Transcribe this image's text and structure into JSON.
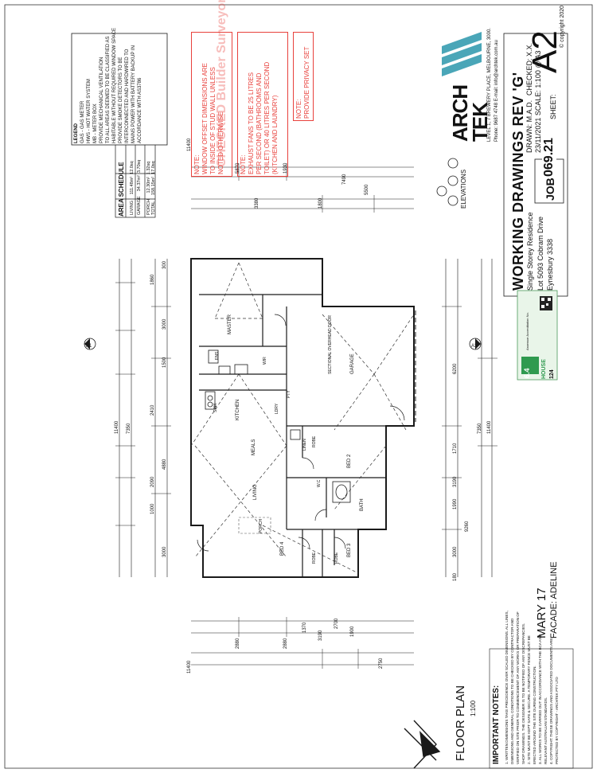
{
  "sheet": {
    "title": "WORKING DRAWINGS REV 'G'",
    "project_type": "Single Storey Residence",
    "address_line1": "Lot 5093 Cobram Drive",
    "address_line2": "Eynesbury 3338",
    "drawn": "DRAWN: M.A.D.",
    "checked": "CHECKED: X.X.",
    "date_scale": "23/11/2021  SCALE: 1:100 @ A3",
    "job_label": "JOB:",
    "job_number": "069.21",
    "sheet_label": "SHEET:",
    "sheet_size": "A2",
    "copyright": "© copyright 2020"
  },
  "brand": {
    "name_line1": "ARCH",
    "name_line2": "TEK",
    "address": "LEVEL 1, 7 BREWERY PLACE, MELBOURNE, 3000.",
    "contact": "Phone: 9687 4748 E-mail: info@archtek.com.au"
  },
  "notes": {
    "note1_title": "NOTE:",
    "note1_body": [
      "WINDOW OFFSET DIMENSIONS ARE",
      "TO INSIDE OF STUD WALL UNLESS",
      "NOTED OTHERWISE"
    ],
    "note2_title": "NOTE:",
    "note2_body": [
      "EXHAUST FANS TO BE 25 LITRES",
      "PER SECOND (BATHROOMS AND",
      "TOILET) OR 40 LITRES PER SECOND",
      "(KITCHEN AND LAUNDRY)"
    ],
    "note3_title": "NOTE:",
    "note3_body": [
      "PROVIDE PRIVACY SET"
    ]
  },
  "legend": {
    "title": "LEGEND",
    "items": [
      "GAS - GAS METER",
      "HWS - HOT WATER SYSTEM",
      "MB - METER BOX"
    ],
    "notes": [
      "PROVIDE MECHANICAL VENTILATION",
      "TO ALL AREAS DEEMED TO BE CLASSIFIED AS",
      "HABITABLE WITHOUT REQUIRED WINDOW SPACE",
      "PROVIDE SMOKE DETECTORS TO BE",
      "INTERCONNECTED AND HARDWIRED TO",
      "MAINS POWER WITH BATTERY BACKUP IN",
      "ACCORDANCE WITH AS3786"
    ]
  },
  "area_schedule": {
    "title": "AREA SCHEDULE",
    "rows": [
      {
        "label": "LIVING",
        "m2": "111.48m²",
        "sq": "12.0sq"
      },
      {
        "label": "GARAGE",
        "m2": "34.37m²",
        "sq": "3.70sq"
      },
      {
        "label": "PORCH",
        "m2": "12.30m²",
        "sq": "1.32sq"
      },
      {
        "label": "TOTAL",
        "m2": "158.15m²",
        "sq": "17.0sq"
      }
    ]
  },
  "plan": {
    "title": "FLOOR PLAN",
    "scale": "1:100",
    "elevations_label": "ELEVATIONS",
    "rooms": [
      "MASTER",
      "GARAGE",
      "KITCHEN",
      "MEALS",
      "LIVING",
      "BED 2",
      "BED 3",
      "BED 4",
      "BATH",
      "ROBE",
      "ROBE",
      "ROBE",
      "WIR",
      "ENS",
      "LDRY",
      "PTY",
      "SINK",
      "W.C",
      "LINEN",
      "PORCH"
    ],
    "garage_door": "SECTIONAL OVERHEAD DOOR",
    "dims_left": [
      "11400",
      "7350",
      "1000",
      "3000",
      "2090",
      "4880",
      "2410",
      "1500",
      "3000",
      "1860",
      "300"
    ],
    "dims_right": [
      "11400",
      "7350",
      "6200",
      "3000",
      "9260",
      "1990",
      "3190",
      "1710",
      "180"
    ],
    "dims_top": [
      "11400",
      "5870",
      "1930",
      "7490",
      "5500",
      "1800",
      "3380"
    ],
    "dims_bottom": [
      "11400",
      "2880",
      "2880",
      "1370",
      "3190",
      "2700",
      "1900",
      "2750"
    ]
  },
  "model": {
    "name": "MARY 17",
    "facade": "FACADE: ADELINE"
  },
  "important": {
    "title": "IMPORTANT NOTES:",
    "lines": [
      "1. WRITTEN DIMENSIONS TAKE PRECEDENCE OVER SCALED DIMENSIONS. ALL LINES,",
      "DIMENSIONS AND GENERAL CONDITIONS TO BE CHECKED BY CONTRACTOR AND",
      "VERIFIED ON SITE PRIOR TO COMMENCEMENT OF ANY WORKS OR PREPARATION OF",
      "SHOP DRAWINGS. THE DESIGNER IS TO BE NOTIFIED OF ANY DISCREPANCIES.",
      "2. SITE MUST BE KEPT SAFE & SECURE. A TEMPORARY FENCE MUST BE",
      "ERECTED AROUND THE SITE DURING CONSTRUCTION.",
      "3. ALL WORKS TO BE CARRIED OUT IN ACCORDANCE WITH THE BCA AND",
      "RELEVANT AUSTRALIAN STANDARDS.",
      "4. COPYRIGHT: THESE DRAWINGS AND ASSOCIATED DOCUMENTS ARE",
      "PROTECTED BY COPYRIGHT - ARCHTEK PTY LTD"
    ]
  },
  "stamp": {
    "energy_label": "HOUSE",
    "energy_rating": "6.4",
    "energy_value": "124",
    "caption": "Assessor Accreditation No."
  },
  "watermark": "CHECKED Builder Surveyors",
  "colors": {
    "red_note": "#e8413c",
    "brand_teal": "#4aa6b8",
    "line": "#1a1a1a"
  }
}
